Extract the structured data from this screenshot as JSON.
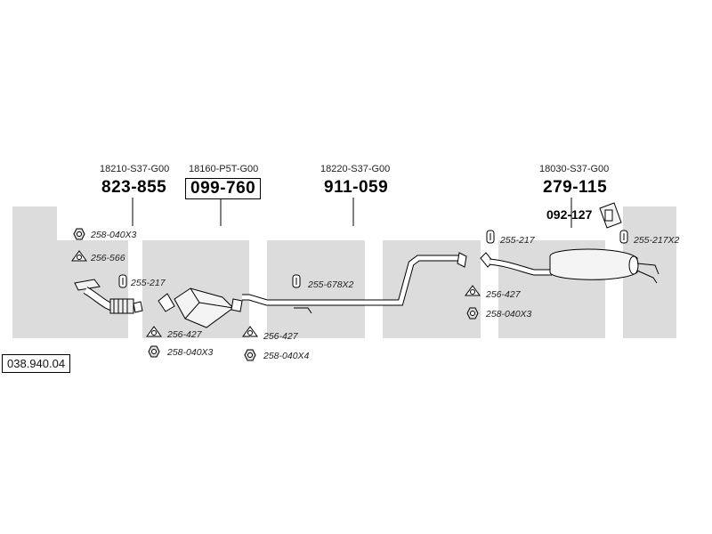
{
  "diagram": {
    "reference": "038.940.04",
    "watermark_color": "#dcdcdc",
    "main_parts": [
      {
        "oem": "18210-S37-G00",
        "number": "823-855"
      },
      {
        "oem": "18160-P5T-G00",
        "number": "099-760"
      },
      {
        "oem": "18220-S37-G00",
        "number": "911-059"
      },
      {
        "oem": "18030-S37-G00",
        "number": "279-115"
      }
    ],
    "mount_part": "092-127",
    "fittings": [
      {
        "code": "258-040X3",
        "icon": "nut-icon"
      },
      {
        "code": "256-566",
        "icon": "gasket-icon"
      },
      {
        "code": "255-217",
        "icon": "rubber-hanger-icon"
      },
      {
        "code": "256-427",
        "icon": "gasket-icon"
      },
      {
        "code": "258-040X3",
        "icon": "nut-icon"
      },
      {
        "code": "256-427",
        "icon": "gasket-icon"
      },
      {
        "code": "258-040X4",
        "icon": "nut-icon"
      },
      {
        "code": "255-678X2",
        "icon": "rubber-hanger-icon"
      },
      {
        "code": "255-217",
        "icon": "rubber-hanger-icon"
      },
      {
        "code": "255-217X2",
        "icon": "rubber-hanger-icon"
      },
      {
        "code": "256-427",
        "icon": "gasket-icon"
      },
      {
        "code": "258-040X3",
        "icon": "nut-icon"
      }
    ]
  }
}
